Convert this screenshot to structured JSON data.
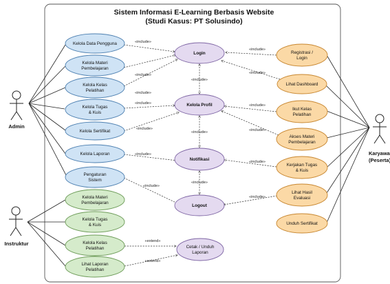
{
  "title": {
    "line1": "Sistem Informasi E-Learning Berbasis Website",
    "line2": "(Studi Kasus: PT Solusindo)"
  },
  "actors": {
    "admin": "Admin",
    "instruktur": "Instruktur",
    "karyawan_line1": "Karyawan",
    "karyawan_line2": "(Peserta)"
  },
  "usecases": {
    "kelola_data_pengguna": [
      "Kelola Data Pengguna"
    ],
    "kelola_materi_pembelajaran": [
      "Kelola Materi",
      "Pembelajaran"
    ],
    "kelola_kelas_pelatihan": [
      "Kelola Kelas",
      "Pelatihan"
    ],
    "kelola_tugas_kuis": [
      "Kelola Tugas",
      "& Kuis"
    ],
    "kelola_sertifikat": [
      "Kelola Sertifikat"
    ],
    "kelola_laporan": [
      "Kelola Laporan"
    ],
    "pengaturan_sistem": [
      "Pengaturan",
      "Sistem"
    ],
    "login": [
      "Login"
    ],
    "kelola_profil": [
      "Kelola Profil"
    ],
    "notifikasi": [
      "Notifikasi"
    ],
    "logout": [
      "Logout"
    ],
    "cetak_unduh_laporan": [
      "Cetak / Unduh",
      "Laporan"
    ],
    "registrasi_login": [
      "Registrasi /",
      "Login"
    ],
    "lihat_dashboard": [
      "Lihat Dashboard"
    ],
    "ikut_kelas_pelatihan": [
      "Ikut Kelas",
      "Pelatihan"
    ],
    "akses_materi_pembelajaran": [
      "Akses Materi",
      "Pembelajaran"
    ],
    "kerjakan_tugas_kuis": [
      "Kerjakan Tugas",
      "& Kuis"
    ],
    "lihat_hasil_evaluasi": [
      "Lihat Hasil",
      "Evaluasi"
    ],
    "unduh_sertifikat": [
      "Unduh Sertifikat"
    ],
    "instr_kelola_materi_pembelajaran": [
      "Kelola Materi",
      "Pembelajaran"
    ],
    "instr_kelola_tugas_kuis": [
      "Kelola Tugas",
      "& Kuis"
    ],
    "instr_kelola_kelas_pelatihan": [
      "Kelola Kelas",
      "Pelatihan"
    ],
    "instr_lihat_laporan_pelatihan": [
      "Lihat Laporan",
      "Pelatihan"
    ]
  },
  "relations": {
    "include": "«include»",
    "extend": "«extend»"
  },
  "colors": {
    "admin_usecase": "#cfe3f5",
    "core_usecase": "#e4daf0",
    "participant_usecase": "#fbd9a6",
    "instructor_usecase": "#d5ebcb"
  }
}
